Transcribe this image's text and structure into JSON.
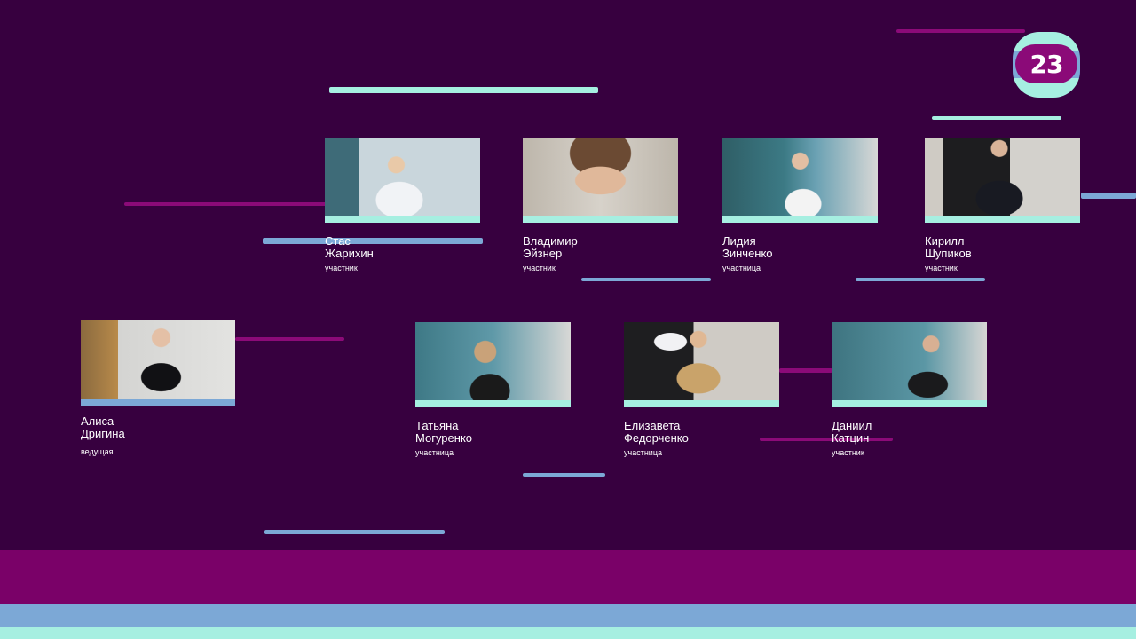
{
  "logo": {
    "text": "23"
  },
  "colors": {
    "background": "#37003f",
    "mint": "#a6efe1",
    "blue": "#7ca8d6",
    "magenta": "#8b0a78"
  },
  "participants": [
    {
      "name": "Стас\nЖарихин",
      "role": "участник"
    },
    {
      "name": "Владимир\nЭйзнер",
      "role": "участник"
    },
    {
      "name": "Лидия\nЗинченко",
      "role": "участница"
    },
    {
      "name": "Кирилл\nШупиков",
      "role": "участник"
    },
    {
      "name": "Алиса\nДригина",
      "role": "ведущая"
    },
    {
      "name": "Татьяна\nМогуренко",
      "role": "участница"
    },
    {
      "name": "Елизавета\nФедорченко",
      "role": "участница"
    },
    {
      "name": "Даниил\nКатцин",
      "role": "участник"
    }
  ]
}
